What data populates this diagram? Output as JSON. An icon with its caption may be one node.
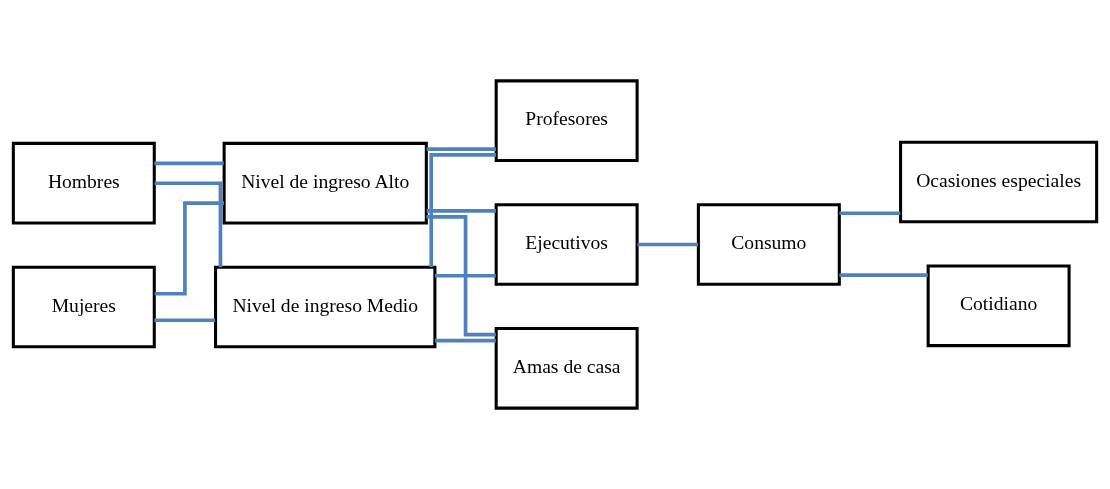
{
  "diagram": {
    "nodes": [
      {
        "text": [
          "Hombres"
        ]
      },
      {
        "text": [
          "Mujeres"
        ]
      },
      {
        "text": [
          "Nivel de ingreso Alto"
        ]
      },
      {
        "text": [
          "Nivel de ingreso Medio"
        ]
      },
      {
        "text": [
          "Profesores"
        ]
      },
      {
        "text": [
          "Ejecutivos"
        ]
      },
      {
        "text": [
          "Amas de casa"
        ]
      },
      {
        "text": [
          "Consumo"
        ]
      },
      {
        "text": [
          "Ocasiones especiales"
        ]
      },
      {
        "text": [
          "Cotidiano"
        ]
      }
    ],
    "edges": [
      {
        "from": 0,
        "to": 2,
        "arrow": "none"
      },
      {
        "from": 0,
        "to": 3,
        "arrow": "none"
      },
      {
        "from": 1,
        "to": 2,
        "arrow": "none"
      },
      {
        "from": 1,
        "to": 3,
        "arrow": "none"
      },
      {
        "from": 2,
        "to": 4,
        "arrow": "none"
      },
      {
        "from": 2,
        "to": 5,
        "arrow": "none"
      },
      {
        "from": 2,
        "to": 6,
        "arrow": "none"
      },
      {
        "from": 3,
        "to": 4,
        "arrow": "none"
      },
      {
        "from": 3,
        "to": 5,
        "arrow": "none"
      },
      {
        "from": 3,
        "to": 6,
        "arrow": "none"
      },
      {
        "from": 5,
        "to": 7,
        "arrow": "none"
      },
      {
        "from": 7,
        "to": 8,
        "arrow": "none"
      },
      {
        "from": 7,
        "to": 9,
        "arrow": "none"
      }
    ]
  }
}
